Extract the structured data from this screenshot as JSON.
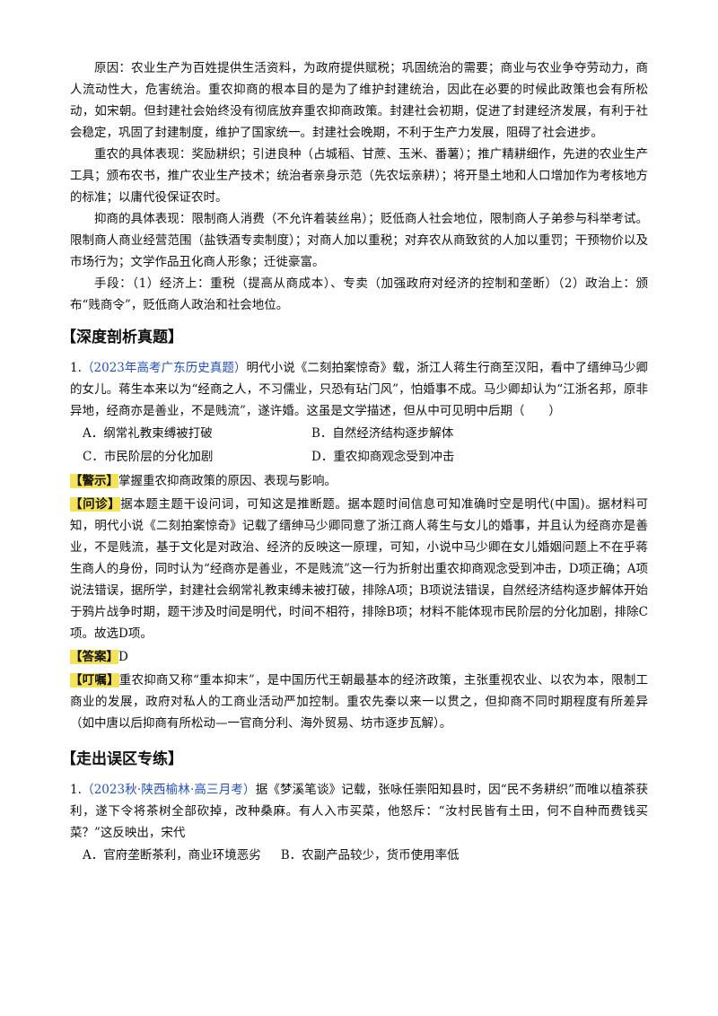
{
  "summary": {
    "reasons": "原因：农业生产为百姓提供生活资料，为政府提供赋税；巩固统治的需要；商业与农业争夺劳动力，商人流动性大，危害统治。重农抑商的根本目的是为了维护封建统治，因此在必要的时候此政策也会有所松动，如宋朝。但封建社会始终没有彻底放弃重农抑商政策。封建社会初期，促进了封建经济发展，有利于社会稳定，巩固了封建制度，维护了国家统一。封建社会晚期，不利于生产力发展，阻碍了社会进步。",
    "agri": "重农的具体表现：奖励耕织；引进良种（占城稻、甘蔗、玉米、番薯）；推广精耕细作，先进的农业生产工具；颁布农书，推广农业生产技术；统治者亲身示范（先农坛亲耕）；将开垦土地和人口增加作为考核地方的标准；以庸代役保证农时。",
    "commerce": "抑商的具体表现：限制商人消费（不允许着装丝帛）；贬低商人社会地位，限制商人子弟参与科举考试。限制商人商业经营范围（盐铁酒专卖制度）；对商人加以重税；对弃农从商致贫的人加以重罚；干预物价以及市场行为；文学作品丑化商人形象；迁徙豪富。",
    "means": "手段：（1）经济上：重税（提高从商成本）、专卖（加强政府对经济的控制和垄断）（2）政治上：颁布“贱商令”，贬低商人政治和社会地位。"
  },
  "section1": {
    "title": "【深度剖析真题】",
    "q_num": "1.",
    "q_source": "（2023年高考广东历史真题）",
    "q_text": "明代小说《二刻拍案惊奇》载，浙江人蒋生行商至汉阳，看中了缙绅马少卿的女儿。蒋生本来以为“经商之人，不习儒业，只恐有玷门风”，怕婚事不成。马少卿却认为“江浙名邦，原非异地，经商亦是善业，不是贱流”，遂许婚。这虽是文学描述，但从中可见明中后期（　　）",
    "options": {
      "A": "A．纲常礼教束缚被打破",
      "B": "B．自然经济结构逐步解体",
      "C": "C．市民阶层的分化加剧",
      "D": "D．重农抑商观念受到冲击"
    },
    "warn_tag": "【警示】",
    "warn_text": "掌握重农抑商政策的原因、表现与影响。",
    "diag_tag": "【问诊】",
    "diag_text": "据本题主题干设问词，可知这是推断题。据本题时间信息可知准确时空是明代(中国)。据材料可知，明代小说《二刻拍案惊奇》记载了缙绅马少卿同意了浙江商人蒋生与女儿的婚事，并且认为经商亦是善业，不是贱流，基于文化是对政治、经济的反映这一原理，可知，小说中马少卿在女儿婚姻问题上不在乎蒋生商人的身份，同时认为“经商亦是善业，不是贱流”这一行为折射出重农抑商观念受到冲击，D项正确；A项说法错误，据所学，封建社会纲常礼教束缚未被打破，排除A项；B项说法错误，自然经济结构逐步解体开始于鸦片战争时期，题干涉及时间是明代，时间不相符，排除B项；材料不能体现市民阶层的分化加剧，排除C项。故选D项。",
    "ans_tag": "【答案】",
    "ans_text": "D",
    "tip_tag": "【叮嘱】",
    "tip_text": "重农抑商又称“重本抑末”，是中国历代王朝最基本的经济政策，主张重视农业、以农为本，限制工商业的发展，政府对私人的工商业活动严加控制。重农先秦以来一以贯之，但抑商不同时期程度有所差异（如中唐以后抑商有所松动—一官商分利、海外贸易、坊市逐步瓦解）。"
  },
  "section2": {
    "title": "【走出误区专练】",
    "q_num": "1.",
    "q_source": "（2023秋·陕西榆林·高三月考）",
    "q_text": "据《梦溪笔谈》记载，张咏任崇阳知县时，因“民不务耕织”而唯以植茶获利，遂下令将茶树全部砍掉，改种桑麻。有人入市买菜，他怒斥：“汝村民皆有土田，何不自种而费钱买菜？”这反映出，宋代",
    "options": {
      "A": "A．官府垄断茶利，商业环境恶劣",
      "B": "B．农副产品较少，货币使用率低"
    }
  }
}
